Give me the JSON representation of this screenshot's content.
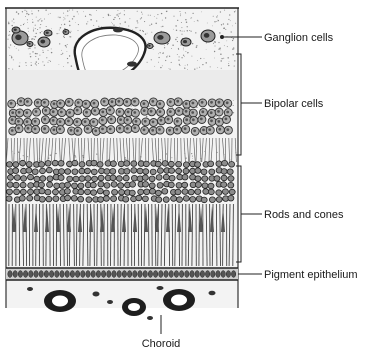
{
  "labels": {
    "ganglion": "Ganglion cells",
    "bipolar": "Bipolar cells",
    "rods": "Rods and cones",
    "pigment": "Pigment epithelium",
    "choroid": "Choroid"
  }
}
